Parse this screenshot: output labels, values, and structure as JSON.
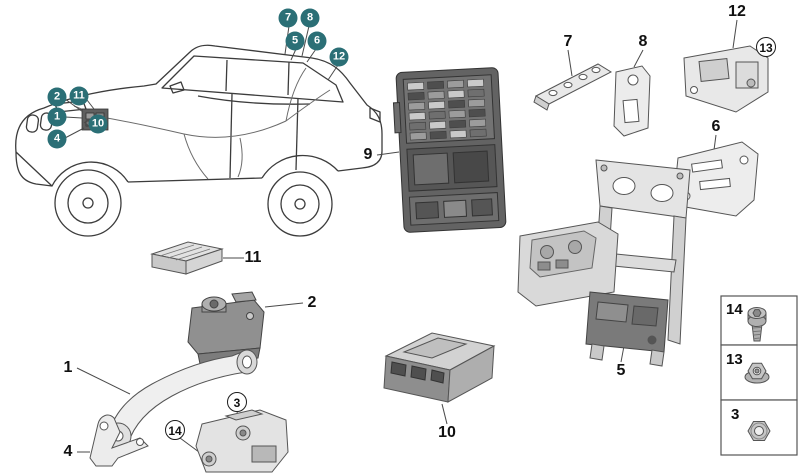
{
  "page": {
    "background": "#ffffff"
  },
  "colors": {
    "callout_fill": "#2b6f76",
    "callout_text": "#ffffff",
    "label_color": "#101010",
    "line_color": "#4a4a4a"
  },
  "car_callouts": [
    {
      "num": "2"
    },
    {
      "num": "11"
    },
    {
      "num": "1"
    },
    {
      "num": "10"
    },
    {
      "num": "4"
    },
    {
      "num": "7"
    },
    {
      "num": "8"
    },
    {
      "num": "5"
    },
    {
      "num": "6"
    },
    {
      "num": "12"
    }
  ],
  "ref_callouts": [
    {
      "num": "13"
    },
    {
      "num": "3"
    },
    {
      "num": "14"
    }
  ],
  "part_labels": [
    {
      "num": "9"
    },
    {
      "num": "7"
    },
    {
      "num": "8"
    },
    {
      "num": "12"
    },
    {
      "num": "6"
    },
    {
      "num": "5"
    },
    {
      "num": "11"
    },
    {
      "num": "2"
    },
    {
      "num": "1"
    },
    {
      "num": "4"
    },
    {
      "num": "10"
    }
  ],
  "hardware_legend": [
    {
      "num": "14",
      "icon": "socket-screw-icon"
    },
    {
      "num": "13",
      "icon": "flange-nut-icon"
    },
    {
      "num": "3",
      "icon": "hex-nut-icon"
    }
  ]
}
